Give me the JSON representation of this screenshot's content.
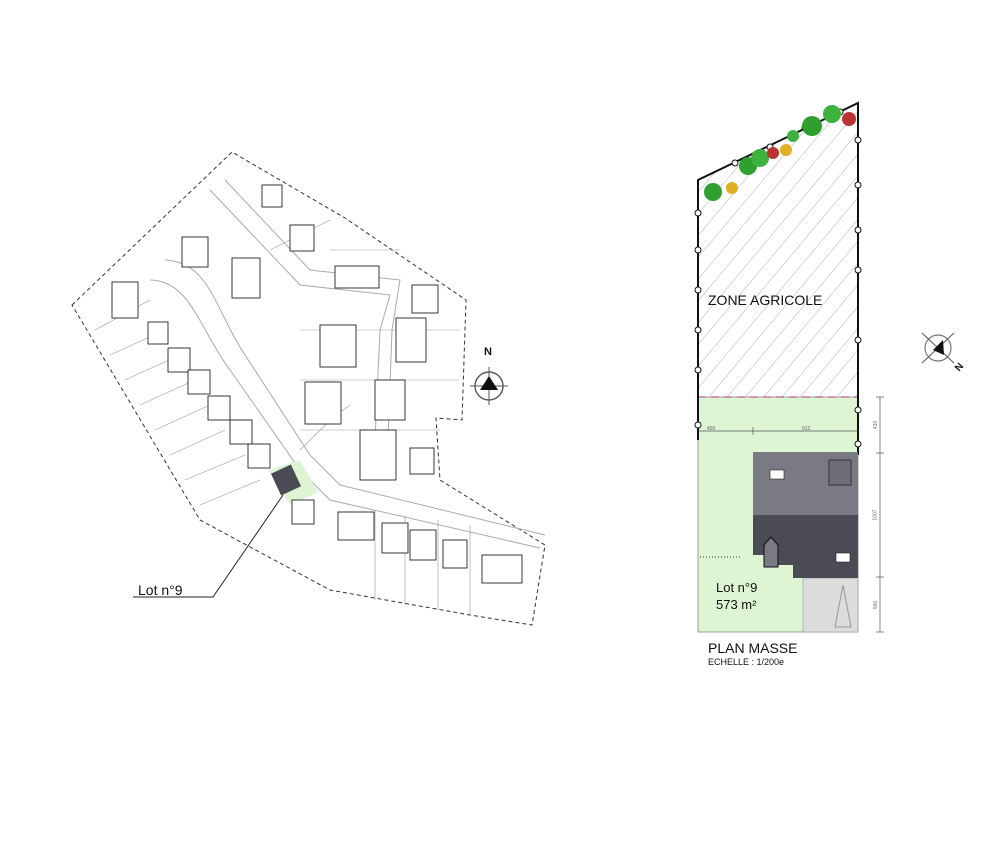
{
  "site_plan": {
    "lot_callout": "Lot n°9",
    "north_label": "N"
  },
  "plan_masse": {
    "zone_label": "ZONE AGRICOLE",
    "lot_label": "Lot n°9",
    "lot_area": "573 m²",
    "title": "PLAN MASSE",
    "scale": "ECHELLE : 1/200e",
    "north_label": "N",
    "dimensions": {
      "left_offset": "450",
      "width": "912",
      "front_setback": "430",
      "house_depth": "1007",
      "rear": "500"
    }
  },
  "colors": {
    "lot_green": "#ddf5d3",
    "roof_light": "#7a7a84",
    "roof_dark": "#4b4b55",
    "driveway": "#dcdcdc"
  }
}
